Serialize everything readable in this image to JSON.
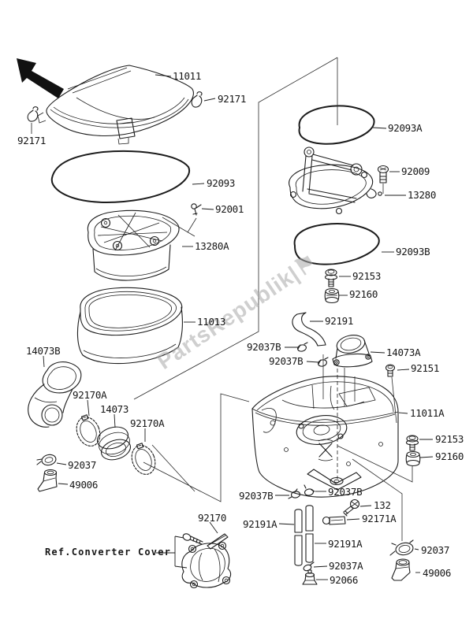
{
  "diagram": {
    "kind": "exploded-parts-diagram",
    "line_color": "#1c1c1c",
    "background": "#ffffff"
  },
  "watermark": {
    "text": "PartsRepublik",
    "separator": "|",
    "flag": "⚑"
  },
  "reference_note": {
    "text": "Ref.Converter Cover"
  },
  "callouts": [
    {
      "text": "11011"
    },
    {
      "text": "92171"
    },
    {
      "text": "92171"
    },
    {
      "text": "92093A"
    },
    {
      "text": "92009"
    },
    {
      "text": "13280"
    },
    {
      "text": "92093"
    },
    {
      "text": "92001"
    },
    {
      "text": "13280A"
    },
    {
      "text": "92093B"
    },
    {
      "text": "92153"
    },
    {
      "text": "92160"
    },
    {
      "text": "92191"
    },
    {
      "text": "11013"
    },
    {
      "text": "92037B"
    },
    {
      "text": "14073A"
    },
    {
      "text": "92037B"
    },
    {
      "text": "92151"
    },
    {
      "text": "14073B"
    },
    {
      "text": "92170A"
    },
    {
      "text": "14073"
    },
    {
      "text": "92170A"
    },
    {
      "text": "11011A"
    },
    {
      "text": "92153"
    },
    {
      "text": "92160"
    },
    {
      "text": "92037"
    },
    {
      "text": "49006"
    },
    {
      "text": "92037B"
    },
    {
      "text": "92037B"
    },
    {
      "text": "132"
    },
    {
      "text": "92171A"
    },
    {
      "text": "92191A"
    },
    {
      "text": "92191A"
    },
    {
      "text": "92037A"
    },
    {
      "text": "92066"
    },
    {
      "text": "92037"
    },
    {
      "text": "49006"
    },
    {
      "text": "92170"
    }
  ]
}
